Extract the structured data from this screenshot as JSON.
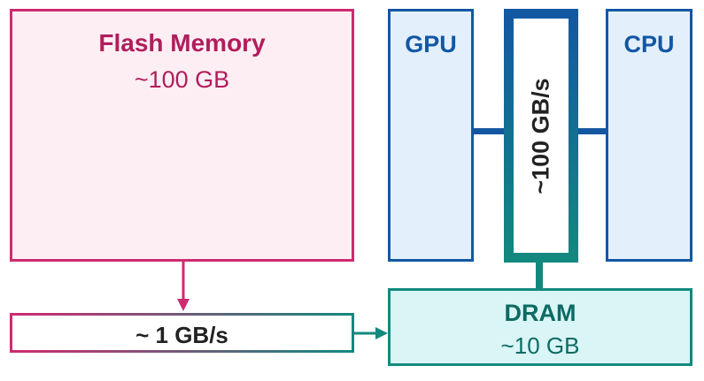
{
  "flash": {
    "title": "Flash Memory",
    "size": "~100 GB"
  },
  "gpu": {
    "label": "GPU"
  },
  "cpu": {
    "label": "CPU"
  },
  "bus": {
    "label": "~100 GB/s"
  },
  "dram": {
    "title": "DRAM",
    "size": "~10 GB"
  },
  "link": {
    "label": "~ 1 GB/s"
  },
  "colors": {
    "flash": "#cf2a70",
    "processor": "#1357a3",
    "dram": "#13897e"
  }
}
